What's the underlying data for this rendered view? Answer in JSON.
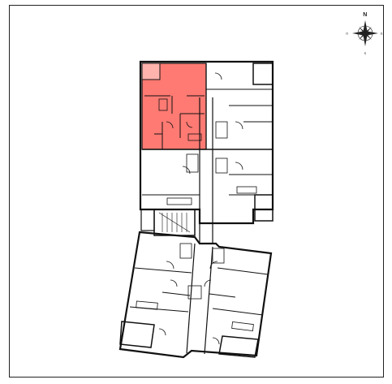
{
  "compass": {
    "north": "N",
    "south": "S",
    "east": "E",
    "west": "O"
  },
  "highlight": {
    "color": "#ff7a73",
    "corner_color": "#ffb3ad"
  },
  "colors": {
    "wall": "#111111",
    "background": "#ffffff"
  }
}
